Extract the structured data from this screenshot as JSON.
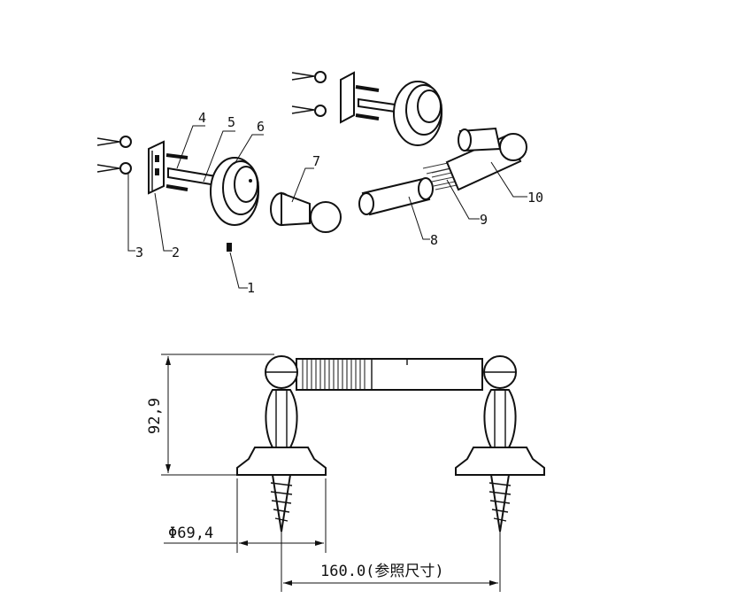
{
  "exploded_view": {
    "part_labels": [
      "1",
      "2",
      "3",
      "4",
      "5",
      "6",
      "7",
      "8",
      "9",
      "10"
    ]
  },
  "assembly_view": {
    "height_dimension": "92,9",
    "base_diameter_dimension": "Φ69,4",
    "center_distance_dimension": "160.0(参照尺寸)"
  }
}
